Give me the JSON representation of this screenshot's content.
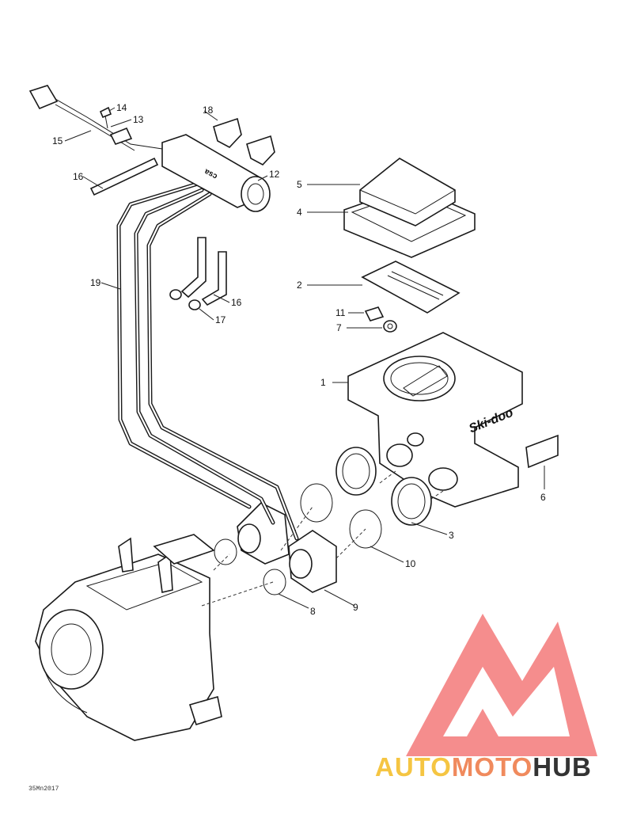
{
  "figure": {
    "drawing_code": "35Mn2017",
    "callouts": [
      "1",
      "2",
      "3",
      "4",
      "5",
      "6",
      "7",
      "8",
      "9",
      "10",
      "11",
      "12",
      "13",
      "14",
      "15",
      "16",
      "16",
      "17",
      "18",
      "19"
    ]
  },
  "watermark": {
    "part1": "AUTO",
    "part2": "MOTO",
    "part3": "HUB",
    "colors": {
      "auto": "#f5c542",
      "moto": "#f08a5d",
      "hub": "#333333",
      "triangle": "#f47a7a"
    }
  }
}
